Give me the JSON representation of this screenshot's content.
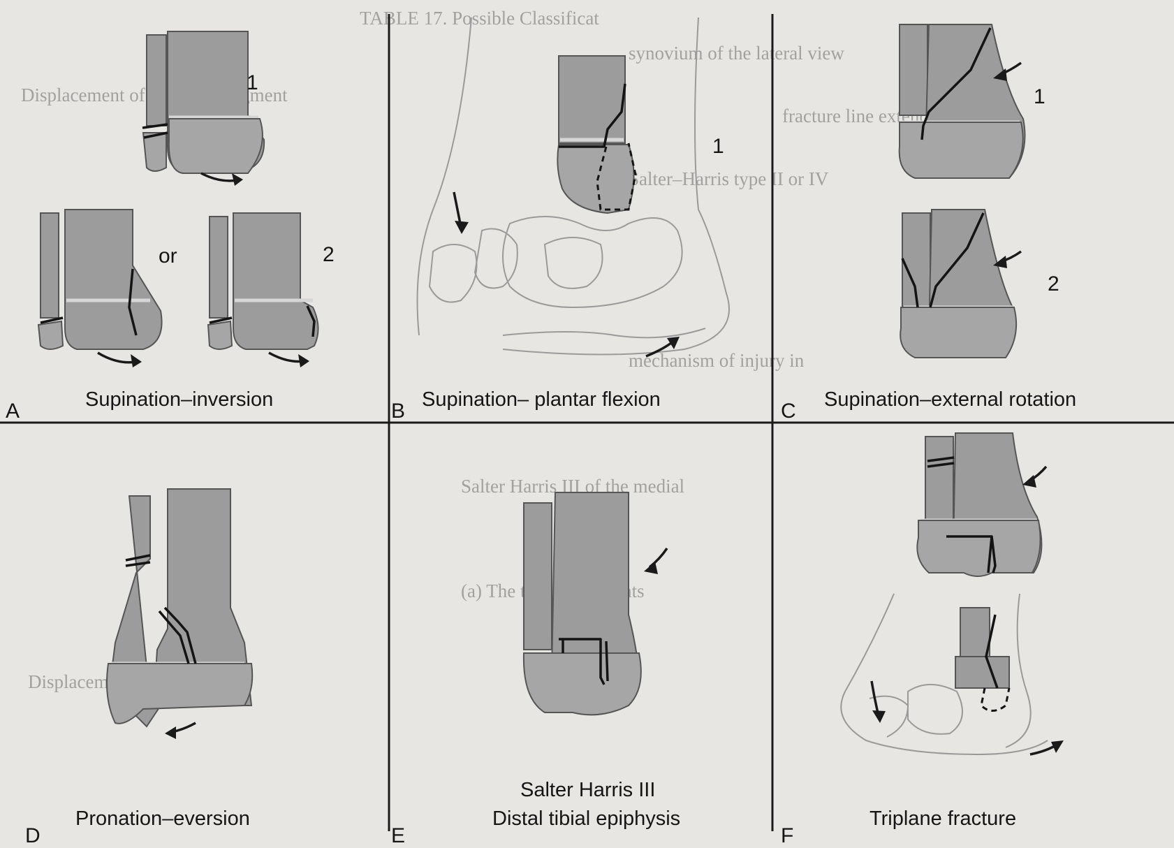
{
  "panels": [
    {
      "letter": "A",
      "caption": "Supination–inversion",
      "subparts": [
        "1",
        "2"
      ],
      "or_label": "or"
    },
    {
      "letter": "B",
      "caption": "Supination– plantar flexion",
      "subparts": [
        "1"
      ]
    },
    {
      "letter": "C",
      "caption": "Supination–external rotation",
      "subparts": [
        "1",
        "2"
      ]
    },
    {
      "letter": "D",
      "caption": "Pronation–eversion"
    },
    {
      "letter": "E",
      "caption_line1": "Salter Harris III",
      "caption_line2": "Distal tibial epiphysis"
    },
    {
      "letter": "F",
      "caption": "Triplane fracture"
    }
  ],
  "colors": {
    "bone": "#9c9c9c",
    "physis": "#cfcfcf",
    "epiphysis": "#a8a8a8",
    "outline": "#555555",
    "fracture": "#141414",
    "divider": "#1a1a1a",
    "background": "#e8e6e3"
  }
}
